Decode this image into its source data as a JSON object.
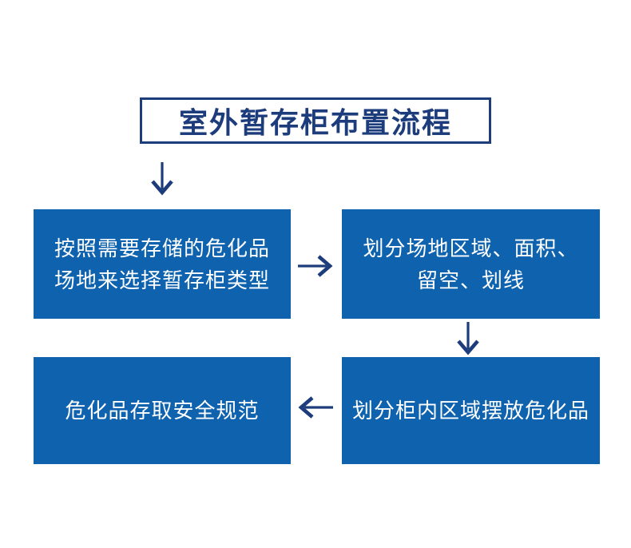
{
  "title": {
    "label": "室外暂存柜布置流程"
  },
  "steps": [
    {
      "id": "step-1",
      "lines": [
        "按照需要存储的危化品",
        "场地来选择暂存柜类型"
      ]
    },
    {
      "id": "step-2",
      "lines": [
        "划分场地区域、面积、",
        "留空、划线"
      ]
    },
    {
      "id": "step-3",
      "lines": [
        "划分柜内区域摆放危化品"
      ]
    },
    {
      "id": "step-4",
      "lines": [
        "危化品存取安全规范"
      ]
    }
  ],
  "connections": [
    {
      "from": "title",
      "to": "step-1",
      "direction": "down"
    },
    {
      "from": "step-1",
      "to": "step-2",
      "direction": "right"
    },
    {
      "from": "step-2",
      "to": "step-3",
      "direction": "down"
    },
    {
      "from": "step-3",
      "to": "step-4",
      "direction": "left"
    }
  ],
  "colors": {
    "box_fill": "#0e62ae",
    "accent_navy": "#1c3c7c",
    "box_text": "#ffffff",
    "background": "#ffffff"
  }
}
